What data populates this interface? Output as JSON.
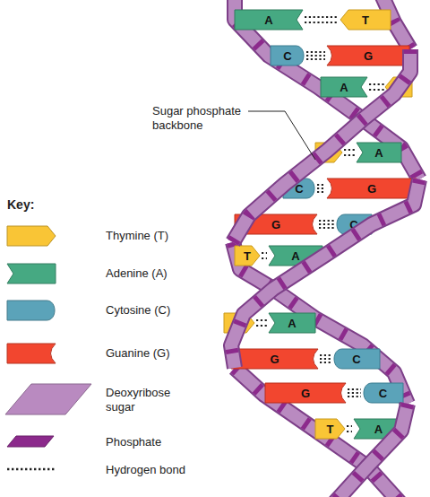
{
  "diagram": {
    "nodes": [
      {
        "text": [
          "A"
        ]
      },
      {
        "text": [
          "T"
        ]
      },
      {
        "text": [
          "C"
        ]
      },
      {
        "text": [
          "G"
        ]
      },
      {
        "text": [
          "A"
        ]
      },
      {
        "text": [
          "A"
        ]
      },
      {
        "text": [
          "C"
        ]
      },
      {
        "text": [
          "G"
        ]
      },
      {
        "text": [
          "G"
        ]
      },
      {
        "text": [
          "C"
        ]
      },
      {
        "text": [
          "T"
        ]
      },
      {
        "text": [
          "A"
        ]
      },
      {
        "text": [
          "A"
        ]
      },
      {
        "text": [
          "G"
        ]
      },
      {
        "text": [
          "C"
        ]
      },
      {
        "text": [
          "G"
        ]
      },
      {
        "text": [
          "C"
        ]
      },
      {
        "text": [
          "T"
        ]
      },
      {
        "text": [
          "A"
        ]
      }
    ],
    "edges": [
      {
        "from": 0,
        "to": 1,
        "arrow": "none"
      },
      {
        "from": 2,
        "to": 3,
        "arrow": "none"
      },
      {
        "from": 6,
        "to": 7,
        "arrow": "none"
      },
      {
        "from": 8,
        "to": 9,
        "arrow": "none"
      },
      {
        "from": 10,
        "to": 11,
        "arrow": "none"
      },
      {
        "from": 13,
        "to": 14,
        "arrow": "none"
      },
      {
        "from": 15,
        "to": 16,
        "arrow": "none"
      },
      {
        "from": 17,
        "to": 18,
        "arrow": "none"
      }
    ],
    "labels": [
      "Sugar phosphate backbone",
      "Key:"
    ],
    "legend": [
      {
        "text": "Thymine (T)",
        "color": "#f9c536"
      },
      {
        "text": "Adenine (A)",
        "color": "#46a982"
      },
      {
        "text": "Cytosine (C)",
        "color": "#5ba3b9"
      },
      {
        "text": "Guanine (G)",
        "color": "#f2462f"
      },
      {
        "text": "Deoxyribose sugar",
        "color": "#b98ac0"
      },
      {
        "text": "Phosphate",
        "color": "#8c2a8c"
      },
      {
        "text": "Hydrogen bond"
      }
    ]
  }
}
